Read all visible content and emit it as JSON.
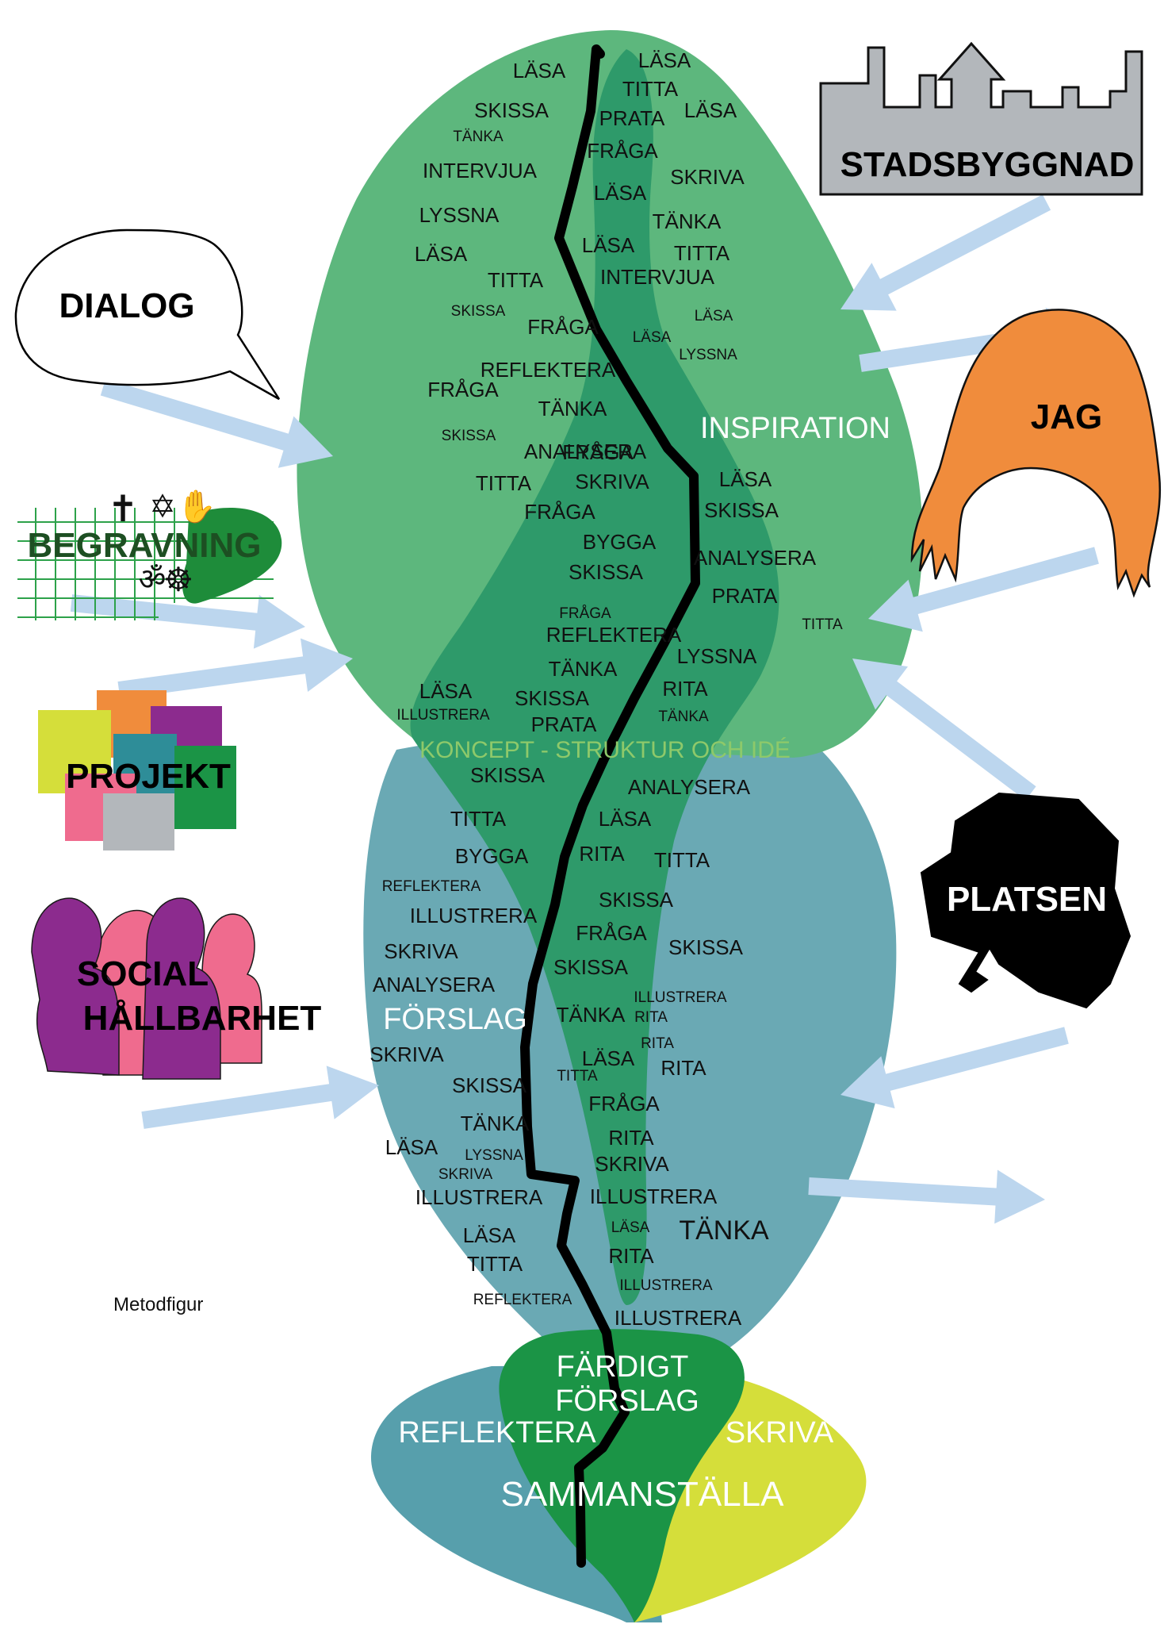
{
  "caption": "Metodfigur",
  "colors": {
    "inspiration_green": "#5db77d",
    "concept_green": "#2e9a6a",
    "proposal_teal": "#6aa9b4",
    "final_green": "#1b9446",
    "yellow_green": "#d5de3a",
    "teal_dark": "#579fac",
    "arrow_blue": "#bcd6ee",
    "jag_orange": "#f08c3c",
    "city_grey": "#b3b7bb"
  },
  "phases": {
    "inspiration": "INSPIRATION",
    "concept": "KONCEPT - STRUKTUR OCH IDÉ",
    "proposal": "FÖRSLAG",
    "final_line1": "FÄRDIGT",
    "final_line2": "FÖRSLAG",
    "compile": "SAMMANSTÄLLA",
    "reflect": "REFLEKTERA",
    "write": "SKRIVA"
  },
  "influences": {
    "dialog": "DIALOG",
    "begravning": "BEGRAVNING",
    "projekt": "PROJEKT",
    "social_line1": "SOCIAL",
    "social_line2": "HÅLLBARHET",
    "stadsbyggnad": "STADSBYGGNAD",
    "jag": "JAG",
    "platsen": "PLATSEN"
  },
  "activity_words": [
    "LÄSA",
    "LÄSA",
    "TITTA",
    "SKISSA",
    "PRATA",
    "LÄSA",
    "TÄNKA",
    "FRÅGA",
    "INTERVJUA",
    "SKRIVA",
    "LÄSA",
    "LYSSNA",
    "TÄNKA",
    "LÄSA",
    "LÄSA",
    "TITTA",
    "TITTA",
    "INTERVJUA",
    "SKISSA",
    "FRÅGA",
    "LÄSA",
    "LÄSA",
    "LYSSNA",
    "REFLEKTERA",
    "FRÅGA",
    "TÄNKA",
    "SKISSA",
    "FRÅGA",
    "ANALYSERA",
    "TITTA",
    "SKRIVA",
    "LÄSA",
    "FRÅGA",
    "SKISSA",
    "BYGGA",
    "ANALYSERA",
    "SKISSA",
    "PRATA",
    "FRÅGA",
    "TITTA",
    "REFLEKTERA",
    "LYSSNA",
    "TÄNKA",
    "LÄSA",
    "SKISSA",
    "RITA",
    "ILLUSTRERA",
    "PRATA",
    "TÄNKA",
    "SKISSA",
    "ANALYSERA",
    "TITTA",
    "LÄSA",
    "BYGGA",
    "RITA",
    "TITTA",
    "REFLEKTERA",
    "ILLUSTRERA",
    "SKISSA",
    "FRÅGA",
    "SKISSA",
    "SKRIVA",
    "SKISSA",
    "ANALYSERA",
    "ILLUSTRERA",
    "TÄNKA",
    "RITA",
    "SKRIVA",
    "RITA",
    "LÄSA",
    "RITA",
    "SKISSA",
    "TITTA",
    "FRÅGA",
    "TÄNKA",
    "RITA",
    "LÄSA",
    "LYSSNA",
    "SKRIVA",
    "SKRIVA",
    "ILLUSTRERA",
    "ILLUSTRERA",
    "LÄSA",
    "LÄSA",
    "TÄNKA",
    "TITTA",
    "RITA",
    "ILLUSTRERA",
    "REFLEKTERA",
    "ILLUSTRERA"
  ]
}
